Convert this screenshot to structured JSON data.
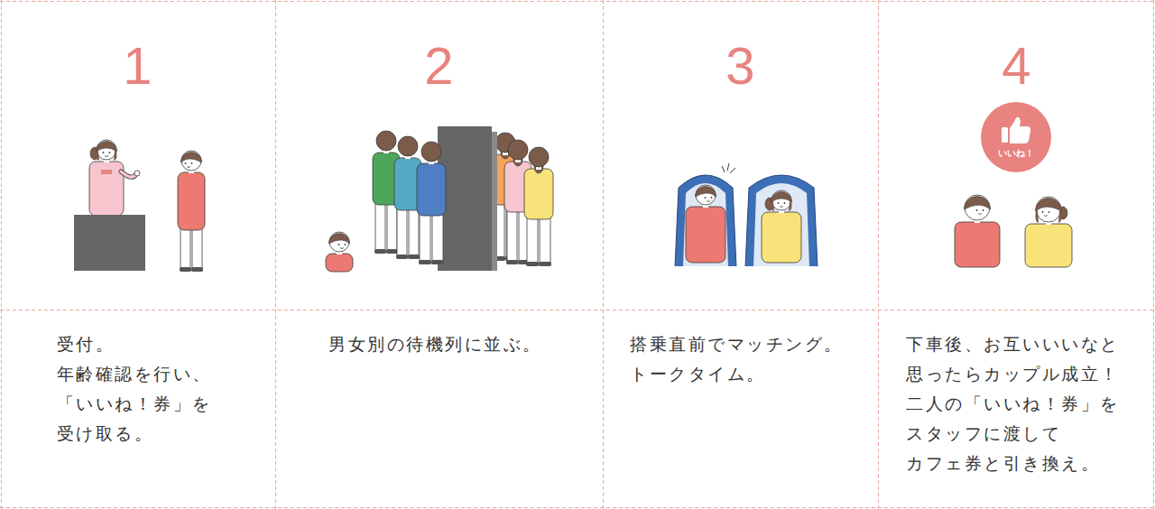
{
  "diagram": {
    "nodes": [
      {
        "text": [
          "1"
        ]
      },
      {
        "text": [
          "受付。 年齢確認を行い、 「いいね！券」を 受け取る。"
        ]
      },
      {
        "text": [
          "2"
        ]
      },
      {
        "text": [
          "男女別の待機列に並ぶ。"
        ]
      },
      {
        "text": [
          "3"
        ]
      },
      {
        "text": [
          "搭乗直前でマッチング。 トークタイム。"
        ]
      },
      {
        "text": [
          "4"
        ]
      },
      {
        "text": [
          "いいね！"
        ],
        "in": 6
      },
      {
        "text": [
          "下車後、お互いいいなと 思ったらカップル成立！ 二人の「いいね！券」を スタッフに渡して カフェ券と引き換え。"
        ]
      }
    ]
  }
}
